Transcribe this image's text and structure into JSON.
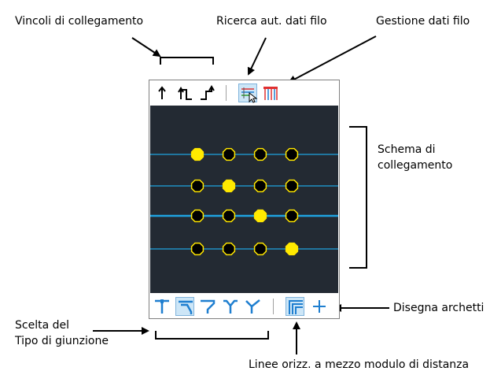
{
  "callouts": {
    "vincoli": "Vincoli di collegamento",
    "ricerca": "Ricerca aut. dati filo",
    "gestione": "Gestione dati filo",
    "schema_line1": "Schema di",
    "schema_line2": "collegamento",
    "scelta_line1": "Scelta del",
    "scelta_line2": "Tipo di giunzione",
    "disegna": "Disegna archetti",
    "linee": "Linee orizz. a mezzo modulo di distanza"
  },
  "colors": {
    "canvas_bg": "#232a33",
    "wire": "#1fa3e0",
    "node_outline": "#ffe600",
    "node_filled": "#ffea00",
    "icon_blue": "#1f7fd0",
    "active_bg": "#cde6f7"
  },
  "top_toolbar": [
    {
      "name": "constraint-straight-icon",
      "active": false
    },
    {
      "name": "constraint-hook-left-icon",
      "active": false
    },
    {
      "name": "constraint-hook-right-icon",
      "active": false
    },
    {
      "name": "auto-search-wire-data-icon",
      "active": true
    },
    {
      "name": "wire-data-manager-icon",
      "active": false
    }
  ],
  "bottom_toolbar": [
    {
      "name": "junction-t-icon",
      "active": false
    },
    {
      "name": "junction-corner-left-icon",
      "active": true
    },
    {
      "name": "junction-corner-right-icon",
      "active": false
    },
    {
      "name": "junction-y-icon",
      "active": false
    },
    {
      "name": "junction-diagonal-icon",
      "active": false
    },
    {
      "name": "half-module-lines-icon",
      "active": true
    },
    {
      "name": "draw-arcs-icon",
      "active": false
    }
  ],
  "schema": {
    "rows": 4,
    "cols": 4,
    "thick_row": 2,
    "filled": [
      [
        0,
        0
      ],
      [
        1,
        1
      ],
      [
        2,
        2
      ],
      [
        3,
        3
      ]
    ]
  }
}
